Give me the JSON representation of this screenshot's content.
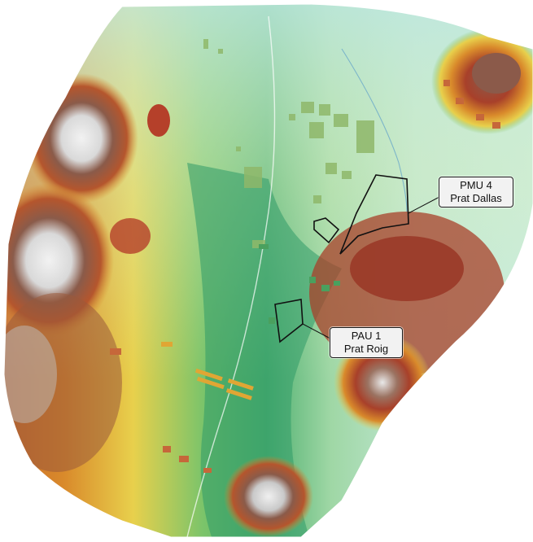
{
  "map": {
    "colors": {
      "low": "#b8e3d6",
      "low_green": "#6cc08d",
      "mid_green": "#3aa06a",
      "yellow": "#e8d04c",
      "orange": "#d98a2b",
      "red": "#a8402a",
      "brown": "#7a4a3a",
      "peak": "#e6e6e6",
      "outline": "#111111"
    },
    "labels": {
      "pmu4": {
        "line1": "PMU 4",
        "line2": "Prat Dallas"
      },
      "pau1": {
        "line1": "PAU 1",
        "line2": "Prat Roig"
      }
    }
  }
}
